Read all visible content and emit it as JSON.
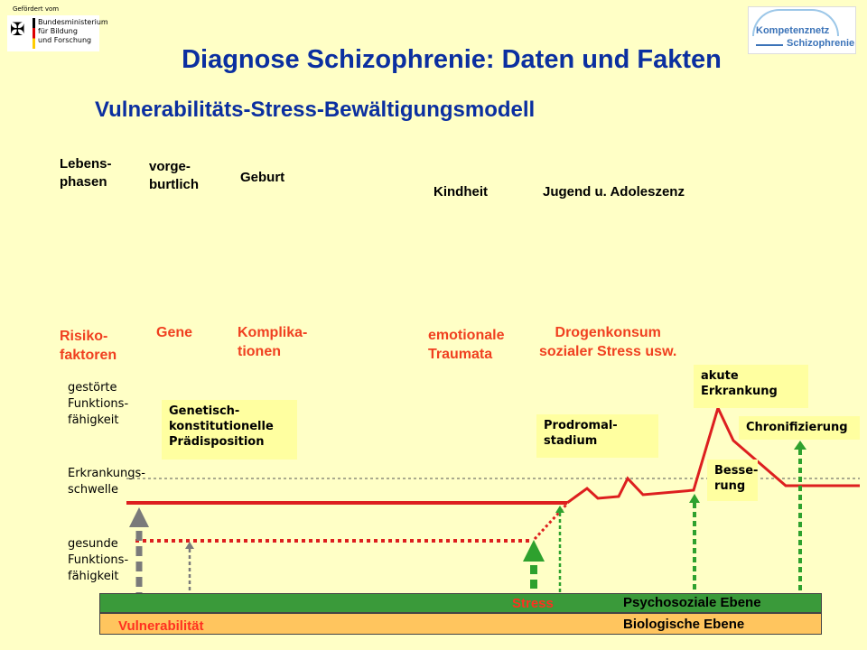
{
  "sponsor": {
    "caption": "Gefördert vom",
    "ministry_text": "Bundesministerium\nfür Bildung\nund Forschung",
    "logo_lines": [
      "Kompetenznetz",
      "Schizophrenie"
    ]
  },
  "title": "Diagnose Schizophrenie: Daten und Fakten",
  "subtitle": "Vulnerabilitäts-Stress-Bewältigungsmodell",
  "phases": {
    "row_label": "Lebens-\nphasen",
    "items": [
      "vorge-\nburtlich",
      "Geburt",
      "Kindheit",
      "Jugend u. Adoleszenz"
    ]
  },
  "risk_factors": {
    "row_label": "Risiko-\nfaktoren",
    "items": [
      "Gene",
      "Komplika-\ntionen",
      "emotionale\nTraumata",
      "Drogenkonsum\nsozialer Stress usw."
    ]
  },
  "y_labels": {
    "impaired": "gestörte\nFunktions-\nfähigkeit",
    "threshold": "Erkrankungs-\nschwelle",
    "healthy": "gesunde\nFunktions-\nfähigkeit"
  },
  "boxes": {
    "predisposition": "Genetisch-\nkonstitutionelle\nPrädisposition",
    "prodromal": "Prodromal-\nstadium",
    "acute": "akute\nErkrankung",
    "chronic": "Chronifizierung",
    "improvement": "Besse-\nrung"
  },
  "bands": {
    "psychosocial": "Psychosoziale Ebene",
    "stress": "Stress",
    "biological": "Biologische Ebene",
    "vulnerability": "Vulnerabilität"
  },
  "colors": {
    "title": "#0b2fa0",
    "risk": "#f04020",
    "curve": "#dd1f1f",
    "arrow_green": "#2ea12e",
    "arrow_grey": "#7a7a7a",
    "band_green": "#3a9a3a",
    "band_orange": "#ffc55e"
  }
}
